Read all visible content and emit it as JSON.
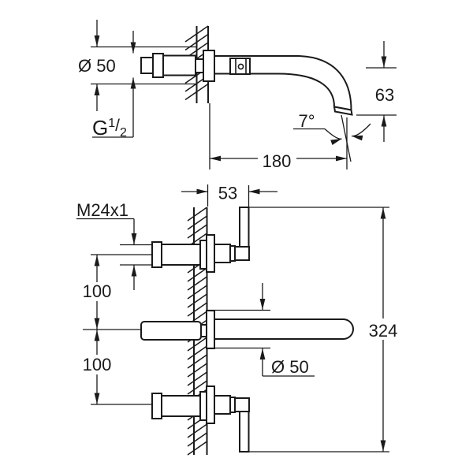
{
  "labels": {
    "side_view": {
      "escutcheon_diameter": "Ø 50",
      "thread": {
        "g": "G",
        "sup": "1",
        "slash": "/",
        "sub": "2"
      },
      "spout_height": "63",
      "spout_angle": "7°",
      "spout_projection": "180"
    },
    "front_view": {
      "lever_projection": "53",
      "valve_thread": "M24x1",
      "upper_spacing": "100",
      "lower_spacing": "100",
      "overall_width": "324",
      "escutcheon_diameter": "Ø 50"
    }
  },
  "colors": {
    "line": "#1a1a1a",
    "background": "#ffffff"
  }
}
